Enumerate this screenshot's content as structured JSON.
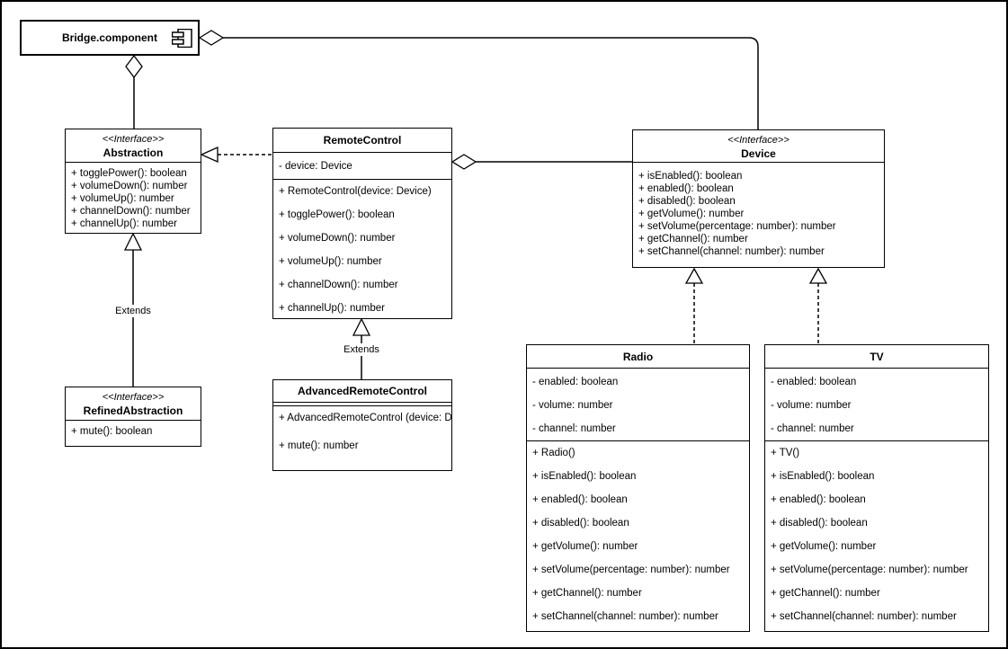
{
  "component": {
    "label": "Bridge.component",
    "icon": "uml-component-icon"
  },
  "classes": {
    "abstraction": {
      "stereotype": "<<Interface>>",
      "name": "Abstraction",
      "methods": [
        "+ togglePower(): boolean",
        "+ volumeDown(): number",
        "+ volumeUp(): number",
        "+ channelDown(): number",
        "+ channelUp(): number"
      ]
    },
    "remote_control": {
      "name": "RemoteControl",
      "fields": [
        "- device: Device"
      ],
      "methods": [
        "+ RemoteControl(device: Device)",
        "+ togglePower(): boolean",
        "+ volumeDown(): number",
        "+ volumeUp(): number",
        "+ channelDown(): number",
        "+ channelUp(): number"
      ]
    },
    "device": {
      "stereotype": "<<Interface>>",
      "name": "Device",
      "methods": [
        "+ isEnabled(): boolean",
        "+ enabled(): boolean",
        "+ disabled(): boolean",
        "+ getVolume(): number",
        "+ setVolume(percentage: number): number",
        "+ getChannel(): number",
        "+ setChannel(channel: number): number"
      ]
    },
    "refined_abstraction": {
      "stereotype": "<<Interface>>",
      "name": "RefinedAbstraction",
      "methods": [
        "+ mute(): boolean"
      ]
    },
    "advanced_remote_control": {
      "name": "AdvancedRemoteControl",
      "methods": [
        "+ AdvancedRemoteControl\n(device: Device)",
        "+ mute(): number"
      ]
    },
    "radio": {
      "name": "Radio",
      "fields": [
        "- enabled: boolean",
        "- volume: number",
        "- channel: number"
      ],
      "methods": [
        "+ Radio()",
        "+ isEnabled(): boolean",
        "+ enabled(): boolean",
        "+ disabled(): boolean",
        "+ getVolume(): number",
        "+ setVolume(percentage: number): number",
        "+ getChannel(): number",
        "+ setChannel(channel: number): number"
      ]
    },
    "tv": {
      "name": "TV",
      "fields": [
        "- enabled: boolean",
        "- volume: number",
        "- channel: number"
      ],
      "methods": [
        "+ TV()",
        "+ isEnabled(): boolean",
        "+ enabled(): boolean",
        "+ disabled(): boolean",
        "+ getVolume(): number",
        "+ setVolume(percentage: number): number",
        "+ getChannel(): number",
        "+ setChannel(channel: number): number"
      ]
    }
  },
  "edges": {
    "refined_abstraction_extends_label": "Extends",
    "advanced_remote_control_extends_label": "Extends"
  },
  "colors": {
    "stroke": "#000000",
    "fill": "#ffffff",
    "background": "#ffffff"
  }
}
